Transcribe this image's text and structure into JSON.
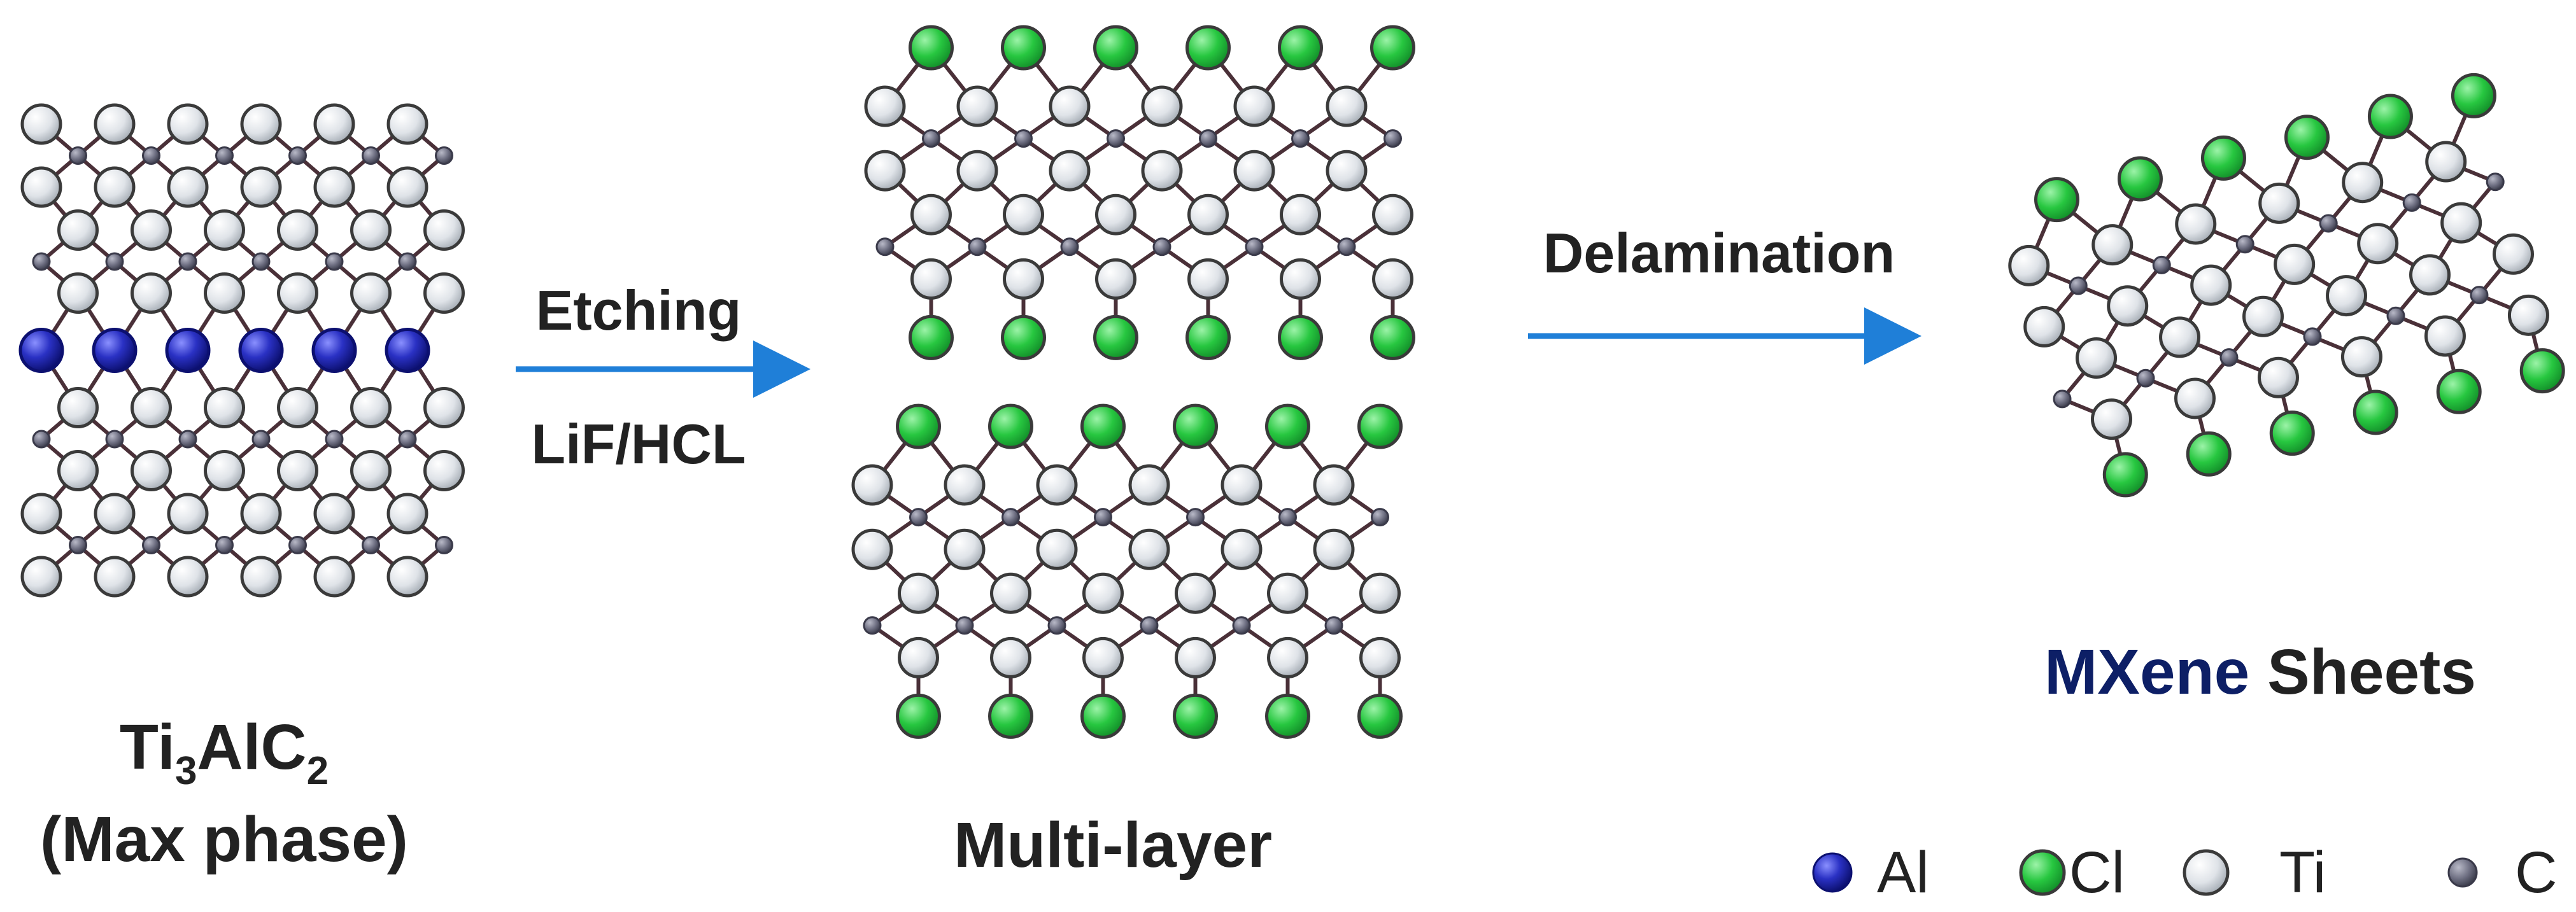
{
  "structures": {
    "max_phase": {
      "formula_main": "Ti",
      "formula_sub1": "3",
      "formula_mid": "AlC",
      "formula_sub2": "2",
      "caption": "(Max phase)"
    },
    "multi_layer": {
      "caption": "Multi-layer"
    },
    "mxene": {
      "caption_accent": "MXene",
      "caption_rest": " Sheets"
    }
  },
  "steps": [
    {
      "label_top": "Etching",
      "label_bottom": "LiF/HCL"
    },
    {
      "label_top": "Delamination"
    }
  ],
  "legend": [
    {
      "symbol": "Al",
      "icon": "al-atom-icon",
      "color": "#2a2fb8"
    },
    {
      "symbol": "Cl",
      "icon": "cl-atom-icon",
      "color": "#22c23a"
    },
    {
      "symbol": "Ti",
      "icon": "ti-atom-icon",
      "color": "#d8dde3"
    },
    {
      "symbol": "C",
      "icon": "c-atom-icon",
      "color": "#6f6f7f"
    }
  ],
  "colors": {
    "arrow": "#1f7fd8",
    "bond": "#4a3038",
    "mxene_accent": "#0d1f66",
    "text": "#222222"
  }
}
